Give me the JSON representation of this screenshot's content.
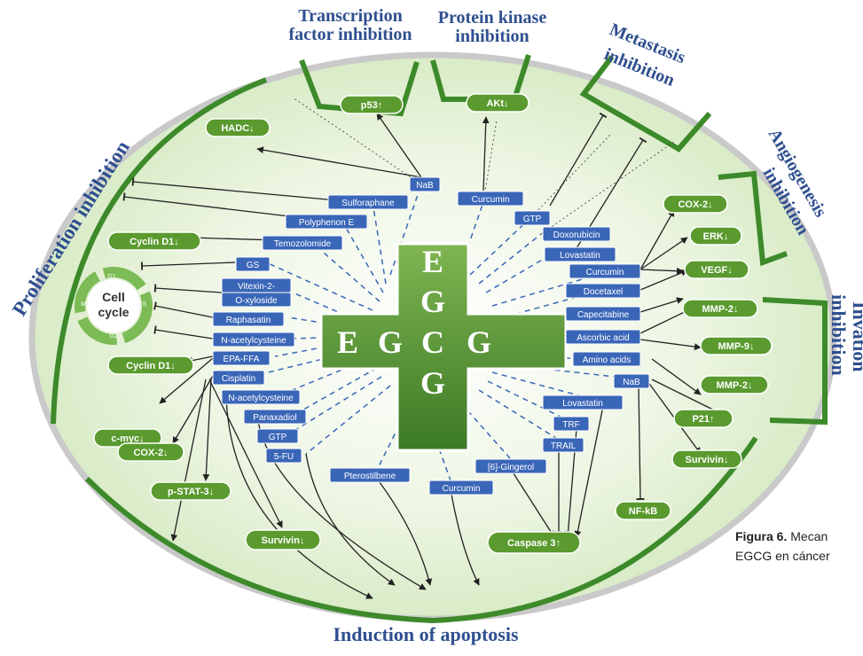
{
  "sections": {
    "proliferation": "Proliferation inhibition",
    "transcription_line1": "Transcription",
    "transcription_line2": "factor inhibition",
    "kinase_line1": "Protein kinase",
    "kinase_line2": "inhibition",
    "metastasis_line1": "Metastasis",
    "metastasis_line2": "inhibition",
    "angiogenesis_line1": "Angiogenesis",
    "angiogenesis_line2": "inhibition",
    "invasion_line1": "Invation",
    "invasion_line2": "inhibition",
    "apoptosis": "Induction of apoptosis"
  },
  "center": {
    "letters": [
      "E",
      "G",
      "E",
      "G",
      "C",
      "G",
      "G"
    ]
  },
  "cell_cycle": {
    "label_line1": "Cell",
    "label_line2": "cycle",
    "phases": [
      "G1",
      "S",
      "G2",
      "M"
    ]
  },
  "compounds": [
    "NaB",
    "Sulforaphane",
    "Polyphenon E",
    "Temozolomide",
    "GS",
    "Vitexin-2-",
    "O-xyloside",
    "Raphasatin",
    "N-acetylcysteine",
    "EPA-FFA",
    "Cisplatin",
    "N-acetylcysteine",
    "Panaxadiol",
    "GTP",
    "5-FU",
    "Pterostilbene",
    "Curcumin",
    "[6]-Gingerol",
    "TRAIL",
    "TRF",
    "Lovastatin",
    "NaB",
    "Amino acids",
    "Ascorbic acid",
    "Capecitabine",
    "Docetaxel",
    "Curcumin",
    "Lovastatin",
    "Doxorubicin",
    "GTP",
    "Curcumin"
  ],
  "targets": [
    "HADC↓",
    "p53↑",
    "AKt↓",
    "Cyclin D1↓",
    "Cyclin D1↓",
    "c-myc↓",
    "COX-2↓",
    "p-STAT-3↓",
    "Survivin↓",
    "Caspase 3↑",
    "NF-kB",
    "Survivin↓",
    "P21↑",
    "MMP-2↓",
    "MMP-9↓",
    "MMP-2↓",
    "VEGF↓",
    "ERK↓",
    "COX-2↓"
  ],
  "caption": {
    "label": "Figura 6.",
    "line1_rest": " Mecan",
    "line2": "EGCG en cáncer"
  },
  "colors": {
    "compound_box": "#3a66b8",
    "target_pill": "#5a9a2e",
    "frame": "#3d8a2a",
    "section_text": "#2f4f8f",
    "ring": "#c9c9c9"
  }
}
